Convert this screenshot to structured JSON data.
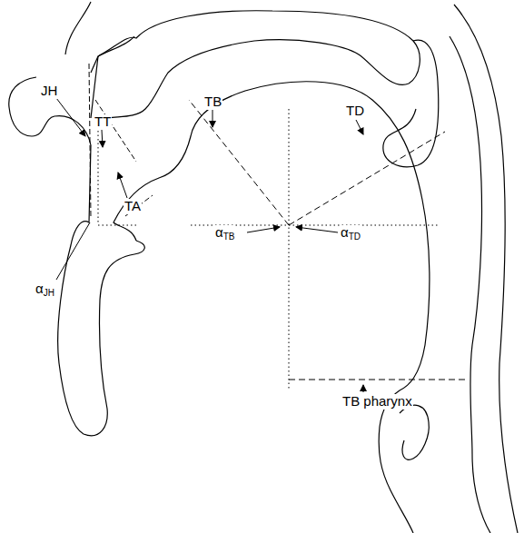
{
  "diagram": {
    "labels": [
      "JH",
      "TT",
      "TB",
      "TD",
      "TA",
      "αJH",
      "αTB",
      "αTD",
      "TB pharynx"
    ]
  }
}
